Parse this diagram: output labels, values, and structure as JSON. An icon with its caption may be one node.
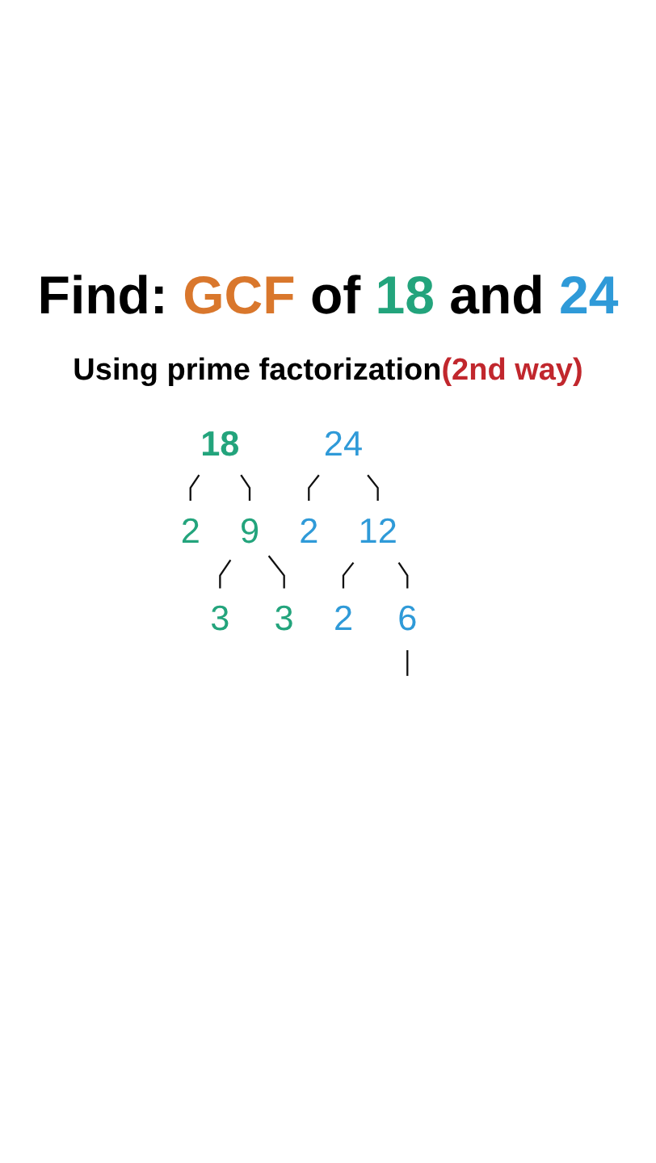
{
  "diagram": {
    "title": "Find: GCF of 18 and 24",
    "nodes": [
      {
        "text": [
          "18"
        ]
      },
      {
        "text": [
          "2"
        ]
      },
      {
        "text": [
          "9"
        ]
      },
      {
        "text": [
          "3"
        ]
      },
      {
        "text": [
          "3"
        ]
      },
      {
        "text": [
          "24"
        ]
      },
      {
        "text": [
          "2"
        ]
      },
      {
        "text": [
          "12"
        ]
      },
      {
        "text": [
          "2"
        ]
      },
      {
        "text": [
          "6"
        ]
      }
    ],
    "edges": [
      {
        "from": 0,
        "to": 1,
        "arrow": "none"
      },
      {
        "from": 0,
        "to": 2,
        "arrow": "none"
      },
      {
        "from": 2,
        "to": 3,
        "arrow": "none"
      },
      {
        "from": 2,
        "to": 4,
        "arrow": "none"
      },
      {
        "from": 5,
        "to": 6,
        "arrow": "none"
      },
      {
        "from": 5,
        "to": 7,
        "arrow": "none"
      },
      {
        "from": 7,
        "to": 8,
        "arrow": "none"
      },
      {
        "from": 7,
        "to": 9,
        "arrow": "none"
      },
      {
        "from": 9,
        "to": null,
        "arrow": "none"
      }
    ],
    "labels": [
      "Using prime factorization",
      "(2nd way)"
    ]
  }
}
